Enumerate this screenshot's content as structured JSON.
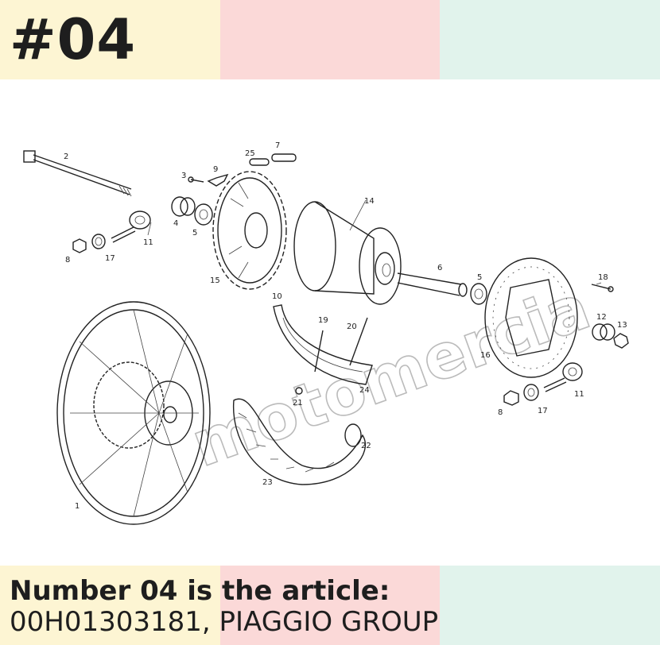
{
  "badge": "#04",
  "caption": {
    "line1": "Number 04 is the article:",
    "line2": "00H01303181, PIAGGIO GROUP"
  },
  "watermark": "motomercia",
  "colors": {
    "band_yellow": "#fdf5d3",
    "band_pink": "#fbd9d8",
    "band_green": "#e1f3ec",
    "text": "#1e1e1e"
  },
  "parts": [
    {
      "n": "1"
    },
    {
      "n": "2"
    },
    {
      "n": "3"
    },
    {
      "n": "4"
    },
    {
      "n": "5"
    },
    {
      "n": "5"
    },
    {
      "n": "6"
    },
    {
      "n": "7"
    },
    {
      "n": "8"
    },
    {
      "n": "8"
    },
    {
      "n": "9"
    },
    {
      "n": "10"
    },
    {
      "n": "11"
    },
    {
      "n": "11"
    },
    {
      "n": "12"
    },
    {
      "n": "13"
    },
    {
      "n": "14"
    },
    {
      "n": "15"
    },
    {
      "n": "16"
    },
    {
      "n": "17"
    },
    {
      "n": "17"
    },
    {
      "n": "18"
    },
    {
      "n": "19"
    },
    {
      "n": "20"
    },
    {
      "n": "21"
    },
    {
      "n": "22"
    },
    {
      "n": "23"
    },
    {
      "n": "24"
    },
    {
      "n": "25"
    }
  ]
}
